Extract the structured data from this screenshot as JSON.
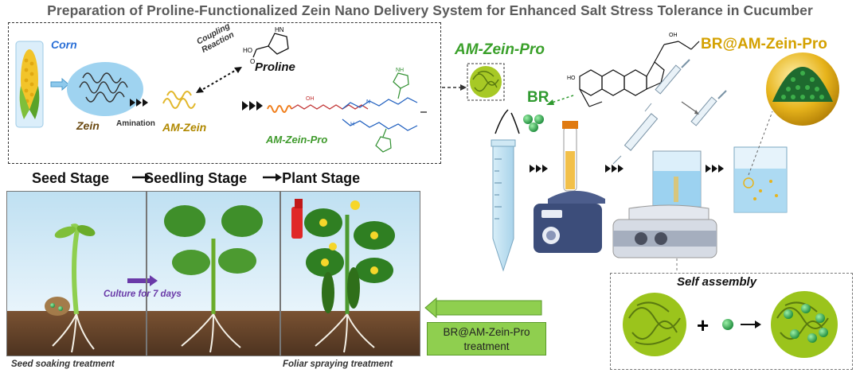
{
  "title": "Preparation of Proline-Functionalized Zein Nano Delivery System for Enhanced Salt Stress Tolerance in Cucumber",
  "synthesis": {
    "corn": "Corn",
    "zein": "Zein",
    "amination": "Amination",
    "am_zein": "AM-Zein",
    "coupling_line1": "Coupling",
    "coupling_line2": "Reaction",
    "proline": "Proline",
    "am_zein_pro": "AM-Zein-Pro"
  },
  "chem_labels": {
    "hn": "HN",
    "ho": "HO",
    "o": "O",
    "oh": "OH",
    "n": "N",
    "h": "H",
    "nh": "NH",
    "ho_steroid": "HO"
  },
  "assembly": {
    "am_zein_pro": "AM-Zein-Pro",
    "br": "BR",
    "br_am_zein_pro": "BR@AM-Zein-Pro",
    "self_assembly": "Self assembly"
  },
  "stages": {
    "seed": "Seed Stage",
    "seedling": "Seedling Stage",
    "plant": "Plant Stage",
    "culture": "Culture for 7 days",
    "seed_treatment": "Seed soaking treatment",
    "foliar_treatment": "Foliar spraying treatment"
  },
  "treatment_box": {
    "line1": "BR@AM-Zein-Pro",
    "line2": "treatment"
  },
  "colors": {
    "accent_blue": "#2a6fd6",
    "accent_green": "#3aa02a",
    "accent_gold": "#d4a100",
    "accent_purple": "#6a3aa8",
    "treatment_green": "#8fcf4f"
  }
}
